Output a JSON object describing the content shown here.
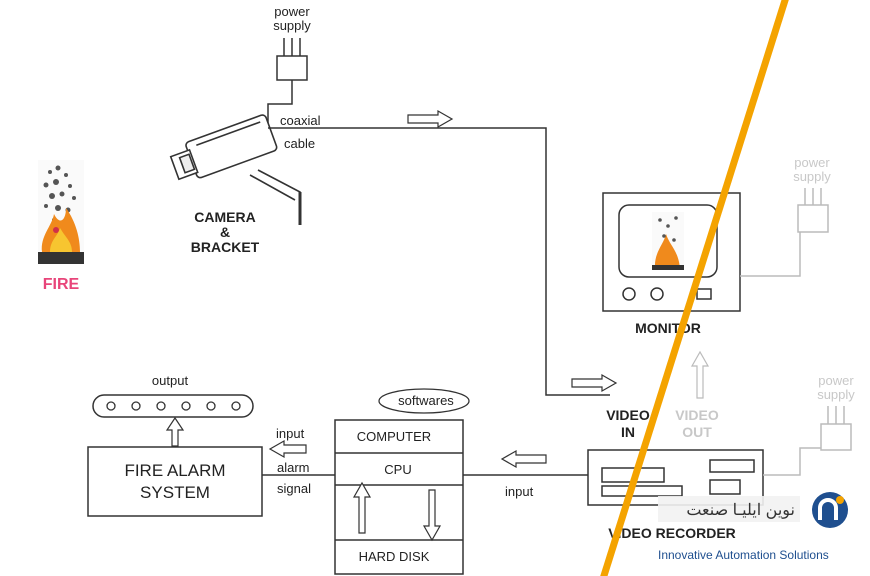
{
  "power_supply_top": {
    "line1": "power",
    "line2": "supply"
  },
  "cable": {
    "line1": "coaxial",
    "line2": "cable"
  },
  "camera": {
    "line1": "CAMERA",
    "line2": "&",
    "line3": "BRACKET"
  },
  "fire_label": "FIRE",
  "monitor_label": "MONITOR",
  "power_supply_monitor": {
    "line1": "power",
    "line2": "supply"
  },
  "power_supply_recorder": {
    "line1": "power",
    "line2": "supply"
  },
  "video_in": {
    "line1": "VIDEO",
    "line2": "IN"
  },
  "video_out": {
    "line1": "VIDEO",
    "line2": "OUT"
  },
  "video_recorder_label": "VIDEO RECORDER",
  "alarm": {
    "output_label": "output",
    "box_line1": "FIRE ALARM",
    "box_line2": "SYSTEM"
  },
  "signals": {
    "input": "input",
    "alarm": "alarm",
    "signal": "signal",
    "recorder_input": "input"
  },
  "computer": {
    "software_bubble": "softwares",
    "computer": "COMPUTER",
    "cpu": "CPU",
    "hard_disk": "HARD DISK"
  },
  "logo": {
    "persian_text": "نوین ایلیـا صنعت",
    "tagline": "Innovative Automation Solutions"
  },
  "colors": {
    "fire_text": "#e8457a",
    "stripe": "#f4a300",
    "logo_blue": "#1f4f8f",
    "logo_orange": "#f4a300"
  }
}
